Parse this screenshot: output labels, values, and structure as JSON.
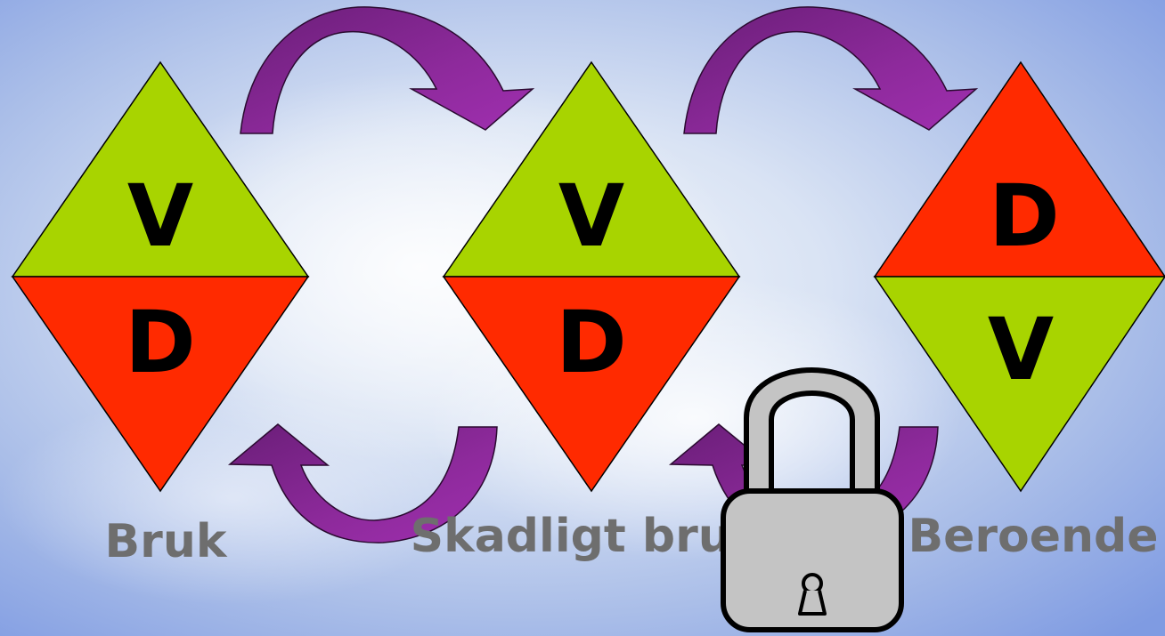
{
  "stages": [
    {
      "top_letter": "V",
      "bottom_letter": "D",
      "caption": "Bruk"
    },
    {
      "top_letter": "V",
      "bottom_letter": "D",
      "caption": "Skadligt bruk"
    },
    {
      "top_letter": "D",
      "bottom_letter": "V",
      "caption": "Beroende"
    }
  ],
  "colors": {
    "green": "#a8d400",
    "red": "#ff2a00",
    "arrow": "#8a2494",
    "caption": "#6e6e6e",
    "lock_body": "#c0c0c0"
  },
  "icons": [
    "curved-arrow-icon",
    "padlock-icon",
    "keyhole-icon"
  ]
}
